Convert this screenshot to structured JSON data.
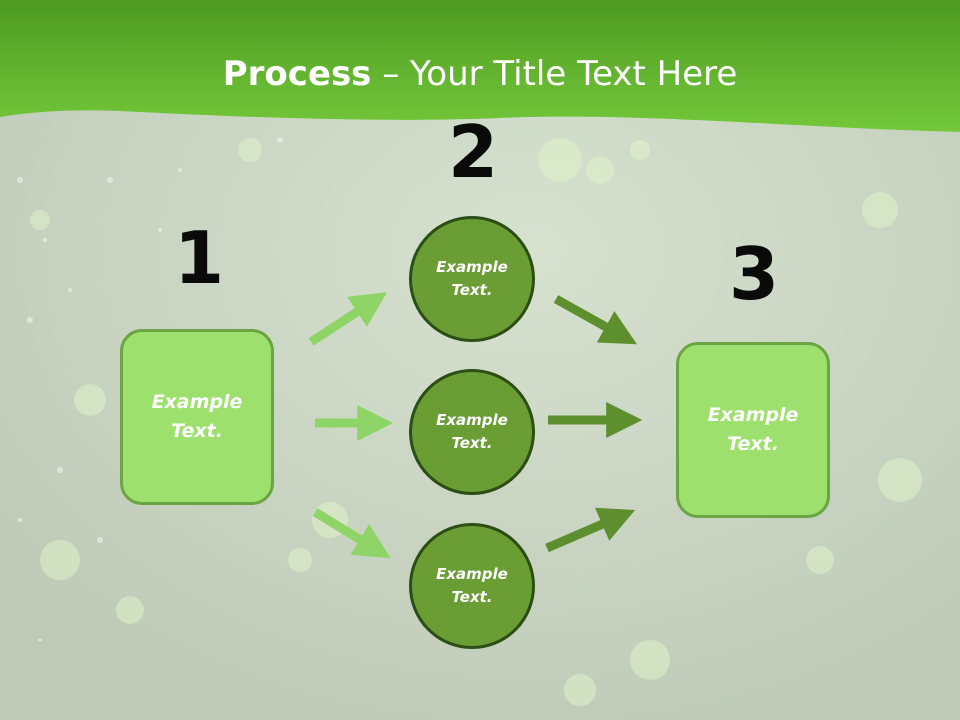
{
  "title": {
    "bold": "Process",
    "rest": " – Your Title Text Here"
  },
  "steps": [
    {
      "number": "1"
    },
    {
      "number": "2"
    },
    {
      "number": "3"
    }
  ],
  "nodes": {
    "left": {
      "line1": "Example",
      "line2": "Text."
    },
    "top": {
      "line1": "Example",
      "line2": "Text."
    },
    "mid": {
      "line1": "Example",
      "line2": "Text."
    },
    "bot": {
      "line1": "Example",
      "line2": "Text."
    },
    "right": {
      "line1": "Example",
      "line2": "Text."
    }
  },
  "colors": {
    "header_green": "#66bb2e",
    "box_fill": "#9ee06e",
    "circle_fill": "#6a9e35",
    "arrow_light": "#8fd466",
    "arrow_dark": "#5e8f2f"
  }
}
